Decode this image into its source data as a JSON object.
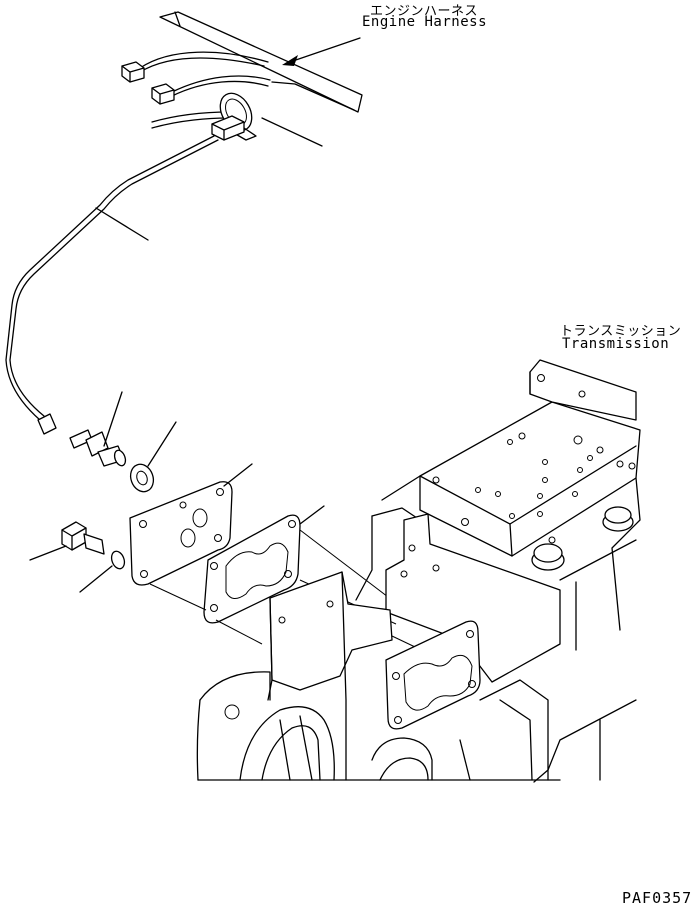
{
  "labels": {
    "engine_harness_jp": "エンジンハーネス",
    "engine_harness_en": "Engine Harness",
    "transmission_jp": "トランスミッション",
    "transmission_en": "Transmission",
    "drawing_code": "PAF0357"
  }
}
